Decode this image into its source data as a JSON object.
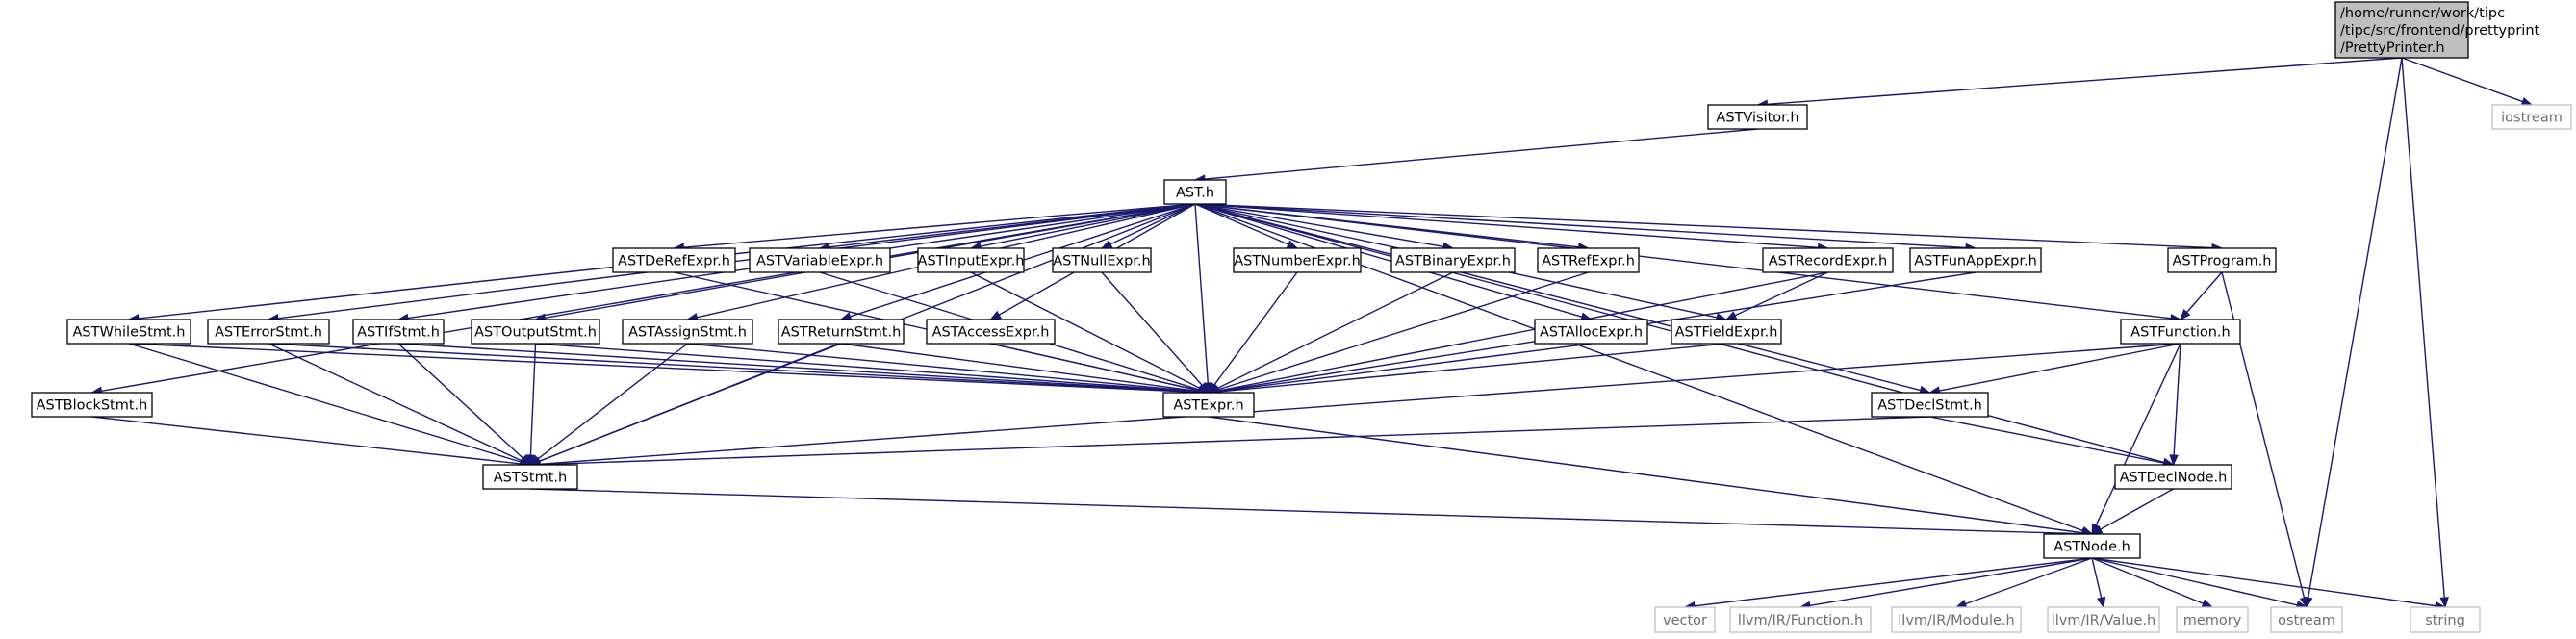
{
  "graph": {
    "colors": {
      "edge": "#191970",
      "root_fill": "#bfbfbf",
      "node_fill": "#ffffff",
      "node_border": "#000000",
      "system_border": "#bfbfbf",
      "system_text": "#6e6e6e"
    },
    "nodes": {
      "root": {
        "lines": [
          "/home/runner/work/tipc",
          "/tipc/src/frontend/prettyprint",
          "/PrettyPrinter.h"
        ],
        "kind": "root"
      },
      "astvisitor": {
        "lines": [
          "ASTVisitor.h"
        ]
      },
      "iostream_top": {
        "lines": [
          "iostream"
        ],
        "kind": "system"
      },
      "ast": {
        "lines": [
          "AST.h"
        ]
      },
      "astderefexpr": {
        "lines": [
          "ASTDeRefExpr.h"
        ]
      },
      "astvariableexpr": {
        "lines": [
          "ASTVariableExpr.h"
        ]
      },
      "astinputexpr": {
        "lines": [
          "ASTInputExpr.h"
        ]
      },
      "astnullexpr": {
        "lines": [
          "ASTNullExpr.h"
        ]
      },
      "astnumberexpr": {
        "lines": [
          "ASTNumberExpr.h"
        ]
      },
      "astbinaryexpr": {
        "lines": [
          "ASTBinaryExpr.h"
        ]
      },
      "astrefexpr": {
        "lines": [
          "ASTRefExpr.h"
        ]
      },
      "astrecordexpr": {
        "lines": [
          "ASTRecordExpr.h"
        ]
      },
      "astfunappexpr": {
        "lines": [
          "ASTFunAppExpr.h"
        ]
      },
      "astprogram": {
        "lines": [
          "ASTProgram.h"
        ]
      },
      "astwhilestmt": {
        "lines": [
          "ASTWhileStmt.h"
        ]
      },
      "asterrorstmt": {
        "lines": [
          "ASTErrorStmt.h"
        ]
      },
      "astifstmt": {
        "lines": [
          "ASTIfStmt.h"
        ]
      },
      "astoutputstmt": {
        "lines": [
          "ASTOutputStmt.h"
        ]
      },
      "astassignstmt": {
        "lines": [
          "ASTAssignStmt.h"
        ]
      },
      "astreturnstmt": {
        "lines": [
          "ASTReturnStmt.h"
        ]
      },
      "astaccessexpr": {
        "lines": [
          "ASTAccessExpr.h"
        ]
      },
      "astallocexpr": {
        "lines": [
          "ASTAllocExpr.h"
        ]
      },
      "astfieldexpr": {
        "lines": [
          "ASTFieldExpr.h"
        ]
      },
      "astfunction": {
        "lines": [
          "ASTFunction.h"
        ]
      },
      "astblockstmt": {
        "lines": [
          "ASTBlockStmt.h"
        ]
      },
      "astexpr": {
        "lines": [
          "ASTExpr.h"
        ]
      },
      "astdeclstmt": {
        "lines": [
          "ASTDeclStmt.h"
        ]
      },
      "aststmt": {
        "lines": [
          "ASTStmt.h"
        ]
      },
      "astdeclnode": {
        "lines": [
          "ASTDeclNode.h"
        ]
      },
      "astnode": {
        "lines": [
          "ASTNode.h"
        ]
      },
      "vector": {
        "lines": [
          "vector"
        ],
        "kind": "system"
      },
      "llvm_function": {
        "lines": [
          "llvm/IR/Function.h"
        ],
        "kind": "system"
      },
      "llvm_module": {
        "lines": [
          "llvm/IR/Module.h"
        ],
        "kind": "system"
      },
      "llvm_value": {
        "lines": [
          "llvm/IR/Value.h"
        ],
        "kind": "system"
      },
      "memory": {
        "lines": [
          "memory"
        ],
        "kind": "system"
      },
      "ostream": {
        "lines": [
          "ostream"
        ],
        "kind": "system"
      },
      "string": {
        "lines": [
          "string"
        ],
        "kind": "system"
      }
    },
    "edges": [
      [
        "root",
        "astvisitor"
      ],
      [
        "root",
        "iostream_top"
      ],
      [
        "root",
        "ostream"
      ],
      [
        "root",
        "string"
      ],
      [
        "astvisitor",
        "ast"
      ],
      [
        "ast",
        "astderefexpr"
      ],
      [
        "ast",
        "astvariableexpr"
      ],
      [
        "ast",
        "astinputexpr"
      ],
      [
        "ast",
        "astnullexpr"
      ],
      [
        "ast",
        "astnumberexpr"
      ],
      [
        "ast",
        "astbinaryexpr"
      ],
      [
        "ast",
        "astrefexpr"
      ],
      [
        "ast",
        "astrecordexpr"
      ],
      [
        "ast",
        "astfunappexpr"
      ],
      [
        "ast",
        "astprogram"
      ],
      [
        "ast",
        "astwhilestmt"
      ],
      [
        "ast",
        "asterrorstmt"
      ],
      [
        "ast",
        "astifstmt"
      ],
      [
        "ast",
        "astoutputstmt"
      ],
      [
        "ast",
        "astassignstmt"
      ],
      [
        "ast",
        "astreturnstmt"
      ],
      [
        "ast",
        "astaccessexpr"
      ],
      [
        "ast",
        "astallocexpr"
      ],
      [
        "ast",
        "astfieldexpr"
      ],
      [
        "ast",
        "astfunction"
      ],
      [
        "ast",
        "astblockstmt"
      ],
      [
        "ast",
        "astexpr"
      ],
      [
        "ast",
        "astdeclstmt"
      ],
      [
        "ast",
        "aststmt"
      ],
      [
        "ast",
        "astdeclnode"
      ],
      [
        "ast",
        "astnode"
      ],
      [
        "astderefexpr",
        "astexpr"
      ],
      [
        "astvariableexpr",
        "astexpr"
      ],
      [
        "astinputexpr",
        "astexpr"
      ],
      [
        "astnullexpr",
        "astexpr"
      ],
      [
        "astnumberexpr",
        "astexpr"
      ],
      [
        "astbinaryexpr",
        "astexpr"
      ],
      [
        "astrefexpr",
        "astexpr"
      ],
      [
        "astrecordexpr",
        "astexpr"
      ],
      [
        "astrecordexpr",
        "astfieldexpr"
      ],
      [
        "astfunappexpr",
        "astexpr"
      ],
      [
        "astprogram",
        "astfunction"
      ],
      [
        "astprogram",
        "ostream"
      ],
      [
        "astwhilestmt",
        "astexpr"
      ],
      [
        "astwhilestmt",
        "aststmt"
      ],
      [
        "asterrorstmt",
        "astexpr"
      ],
      [
        "asterrorstmt",
        "aststmt"
      ],
      [
        "astifstmt",
        "astexpr"
      ],
      [
        "astifstmt",
        "aststmt"
      ],
      [
        "astoutputstmt",
        "astexpr"
      ],
      [
        "astoutputstmt",
        "aststmt"
      ],
      [
        "astassignstmt",
        "astexpr"
      ],
      [
        "astassignstmt",
        "aststmt"
      ],
      [
        "astreturnstmt",
        "astexpr"
      ],
      [
        "astreturnstmt",
        "aststmt"
      ],
      [
        "astaccessexpr",
        "astexpr"
      ],
      [
        "astallocexpr",
        "astexpr"
      ],
      [
        "astfieldexpr",
        "astexpr"
      ],
      [
        "astfunction",
        "astdeclstmt"
      ],
      [
        "astfunction",
        "aststmt"
      ],
      [
        "astfunction",
        "astdeclnode"
      ],
      [
        "astfunction",
        "astnode"
      ],
      [
        "astblockstmt",
        "aststmt"
      ],
      [
        "astexpr",
        "astnode"
      ],
      [
        "astdeclstmt",
        "aststmt"
      ],
      [
        "astdeclstmt",
        "astdeclnode"
      ],
      [
        "aststmt",
        "astnode"
      ],
      [
        "astdeclnode",
        "astnode"
      ],
      [
        "astnode",
        "vector"
      ],
      [
        "astnode",
        "llvm_function"
      ],
      [
        "astnode",
        "llvm_module"
      ],
      [
        "astnode",
        "llvm_value"
      ],
      [
        "astnode",
        "memory"
      ],
      [
        "astnode",
        "ostream"
      ],
      [
        "astnode",
        "string"
      ]
    ]
  }
}
